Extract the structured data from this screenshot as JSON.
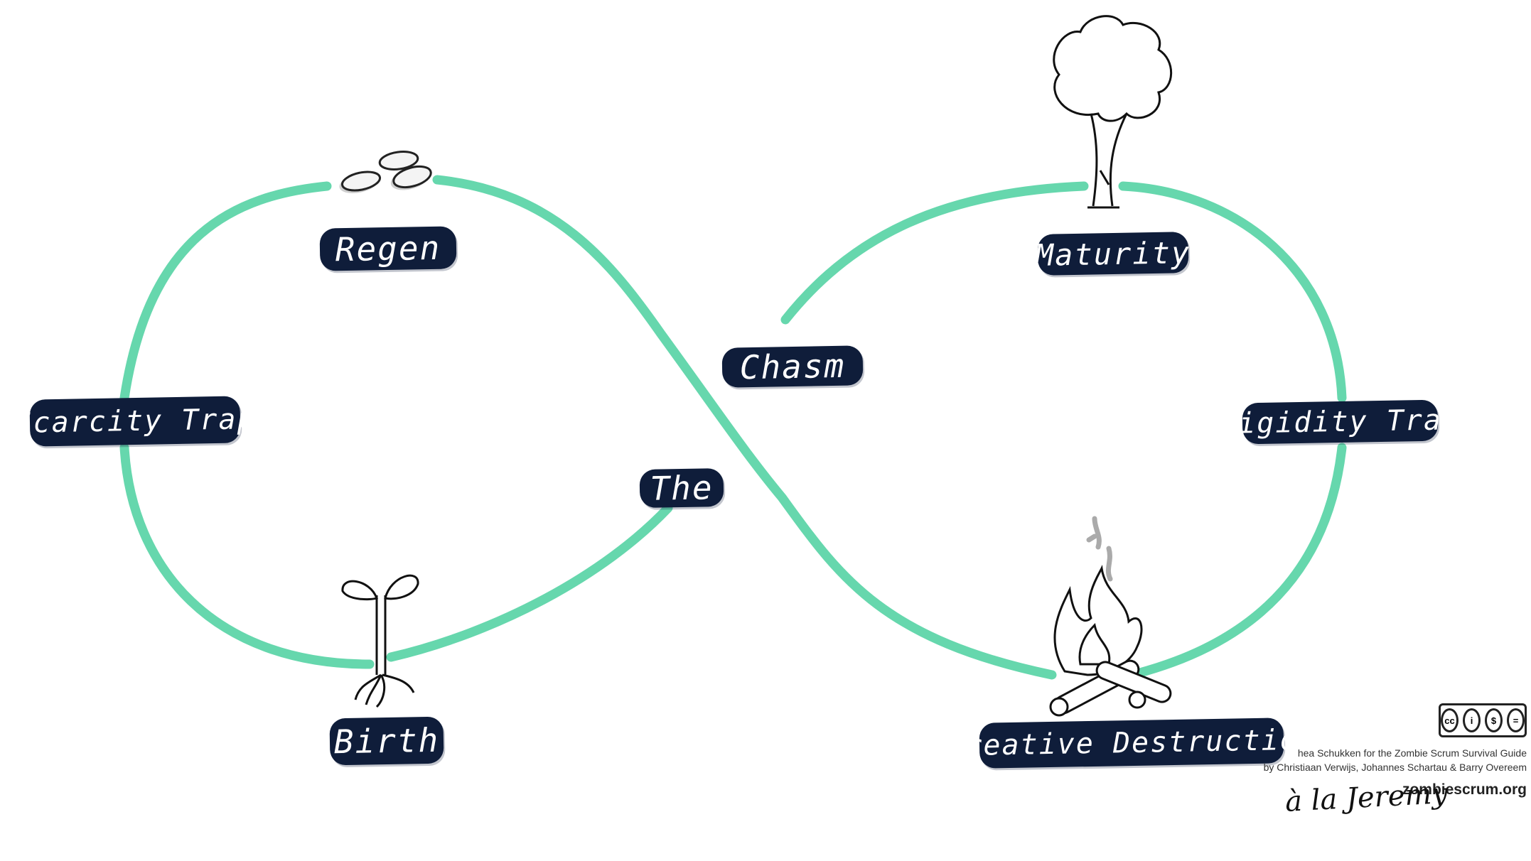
{
  "diagram": {
    "loop_color": "#66d7ad",
    "label_bg": "#0f1d3a",
    "label_text_color": "#ffffff",
    "labels": {
      "regen": "Regen",
      "scarcity_trap": "Scarcity Trap",
      "birth": "Birth",
      "the": "The",
      "chasm": "Chasm",
      "maturity": "Maturity",
      "rigidity_trap": "Rigidity Trap",
      "creative_destruction": "Creative Destruction"
    },
    "illustrations": [
      "seeds-icon",
      "sprout-icon",
      "tree-icon",
      "campfire-icon"
    ]
  },
  "credits": {
    "line1": "hea Schukken for the Zombie Scrum Survival Guide",
    "line2": "by Christiaan Verwijs, Johannes Schartau & Barry Overeem",
    "site": "zombiescrum.org",
    "license_icon": "cc-by-nc-nd-icon"
  },
  "signature": "à la Jeremy"
}
